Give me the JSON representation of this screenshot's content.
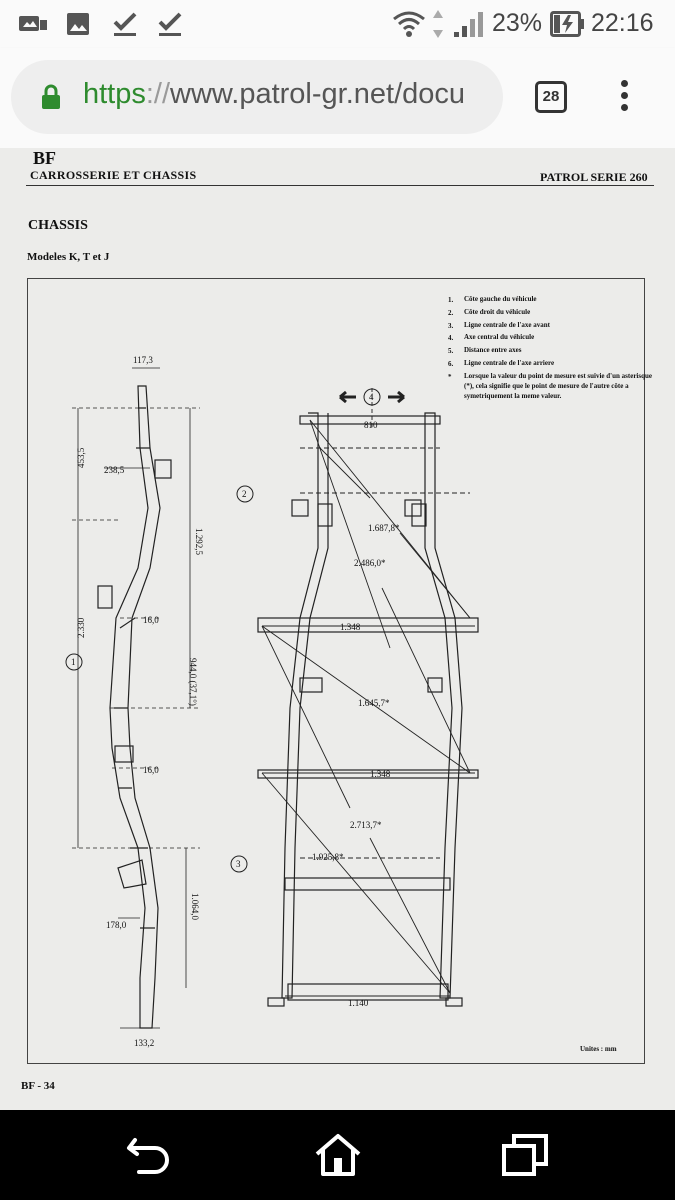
{
  "status_bar": {
    "battery_percent": "23%",
    "time": "22:16",
    "icons": [
      "notification-image-icon",
      "gallery-icon",
      "download-done-icon",
      "download-done-icon",
      "wifi-icon",
      "signal-icon",
      "battery-charging-icon"
    ]
  },
  "browser": {
    "url_scheme": "https",
    "url_separator": "://",
    "url_rest": "www.patrol-gr.net/docu",
    "tab_count": "28",
    "accent_color": "#2e8b2e"
  },
  "document": {
    "section_code": "BF",
    "header_left": "CARROSSERIE ET CHASSIS",
    "header_right": "PATROL SERIE 260",
    "title": "CHASSIS",
    "subtitle": "Modeles K, T et J",
    "legend": [
      {
        "num": "1.",
        "text": "Côte gauche du véhicule"
      },
      {
        "num": "2.",
        "text": "Côte droit du véhicule"
      },
      {
        "num": "3.",
        "text": "Ligne centrale de l'axe avant"
      },
      {
        "num": "4.",
        "text": "Axe central du véhicule"
      },
      {
        "num": "5.",
        "text": "Distance entre axes"
      },
      {
        "num": "6.",
        "text": "Ligne centrale de l'axe arriere"
      },
      {
        "num": "*",
        "text": "Lorsque la valeur du point de mesure est suivie d'un asterisque (*), cela signifie que le point de mesure de l'autre côte a symetriquement la meme valeur."
      }
    ],
    "side_dims": {
      "top": "117,3",
      "d453": "453,5",
      "d238": "238,5",
      "d1292": "1.292,5",
      "d2330": "2.330",
      "d16a": "16,0",
      "d944": "944,0 (37,1°)",
      "d16b": "16,0",
      "d1064": "1.064,0",
      "d178": "178,0",
      "bottom": "133,2"
    },
    "plan_dims": {
      "w810": "810",
      "d1687": "1.687,8*",
      "d2486": "2.486,0*",
      "w1348a": "1.348",
      "d1645": "1.645,7*",
      "w1348b": "1.348",
      "d2713": "2.713,7*",
      "d1925": "1.925,8*",
      "w1140": "1.140"
    },
    "markers": {
      "m1": "1",
      "m2": "2",
      "m3": "3",
      "m4": "4"
    },
    "units": "Unites : mm",
    "page_number": "BF - 34"
  }
}
